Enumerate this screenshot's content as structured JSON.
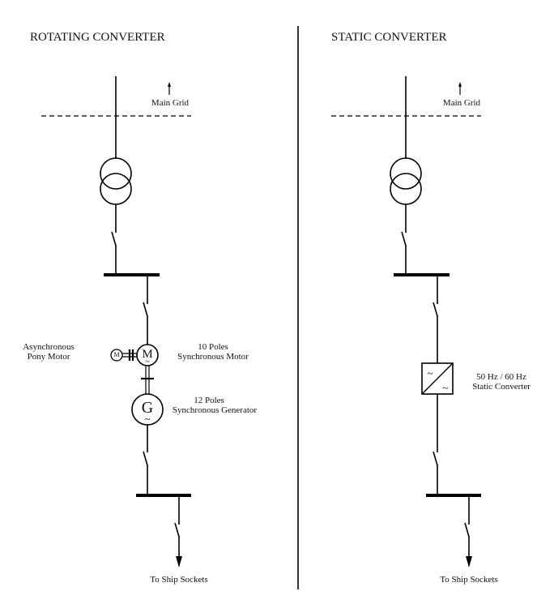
{
  "panels": {
    "rotating": {
      "title": "ROTATING CONVERTER",
      "grid_label": "Main Grid",
      "pony_motor_label": [
        "Asynchronous",
        "Pony Motor"
      ],
      "motor_label": [
        "10 Poles",
        "Synchronous Motor"
      ],
      "generator_label": [
        "12 Poles",
        "Synchronous Generator"
      ],
      "output_label": "To Ship Sockets",
      "symbols": {
        "motor": "M",
        "pony_motor": "M",
        "generator": "G",
        "ac": "~"
      }
    },
    "static": {
      "title": "STATIC CONVERTER",
      "grid_label": "Main Grid",
      "converter_label": [
        "50 Hz / 60 Hz",
        "Static Converter"
      ],
      "output_label": "To Ship Sockets",
      "symbols": {
        "ac": "~"
      }
    }
  }
}
